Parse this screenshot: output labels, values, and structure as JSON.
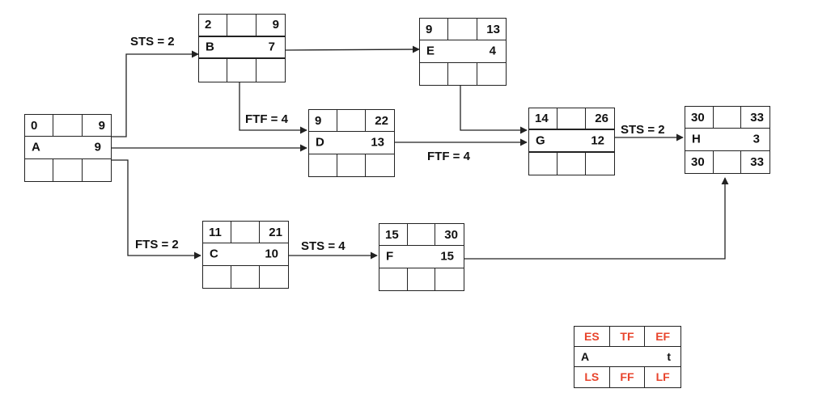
{
  "nodes": {
    "A": {
      "name": "A",
      "es": "0",
      "ef": "9",
      "dur": "9"
    },
    "B": {
      "name": "B",
      "es": "2",
      "ef": "9",
      "dur": "7"
    },
    "C": {
      "name": "C",
      "es": "11",
      "ef": "21",
      "dur": "10"
    },
    "D": {
      "name": "D",
      "es": "9",
      "ef": "22",
      "dur": "13"
    },
    "E": {
      "name": "E",
      "es": "9",
      "ef": "13",
      "dur": "4"
    },
    "F": {
      "name": "F",
      "es": "15",
      "ef": "30",
      "dur": "15"
    },
    "G": {
      "name": "G",
      "es": "14",
      "ef": "26",
      "dur": "12"
    },
    "H": {
      "name": "H",
      "es": "30",
      "ef": "33",
      "dur": "3",
      "ls": "30",
      "lf": "33"
    }
  },
  "relations": {
    "a_b": "STS = 2",
    "b_d": "FTF = 4",
    "d_g": "FTF = 4",
    "g_h": "STS = 2",
    "a_c": "FTS = 2",
    "c_f": "STS = 4"
  },
  "legend": {
    "es": "ES",
    "tf": "TF",
    "ef": "EF",
    "activity": "A",
    "duration": "t",
    "ls": "LS",
    "ff": "FF",
    "lf": "LF",
    "accent_color": "#e8442c"
  }
}
